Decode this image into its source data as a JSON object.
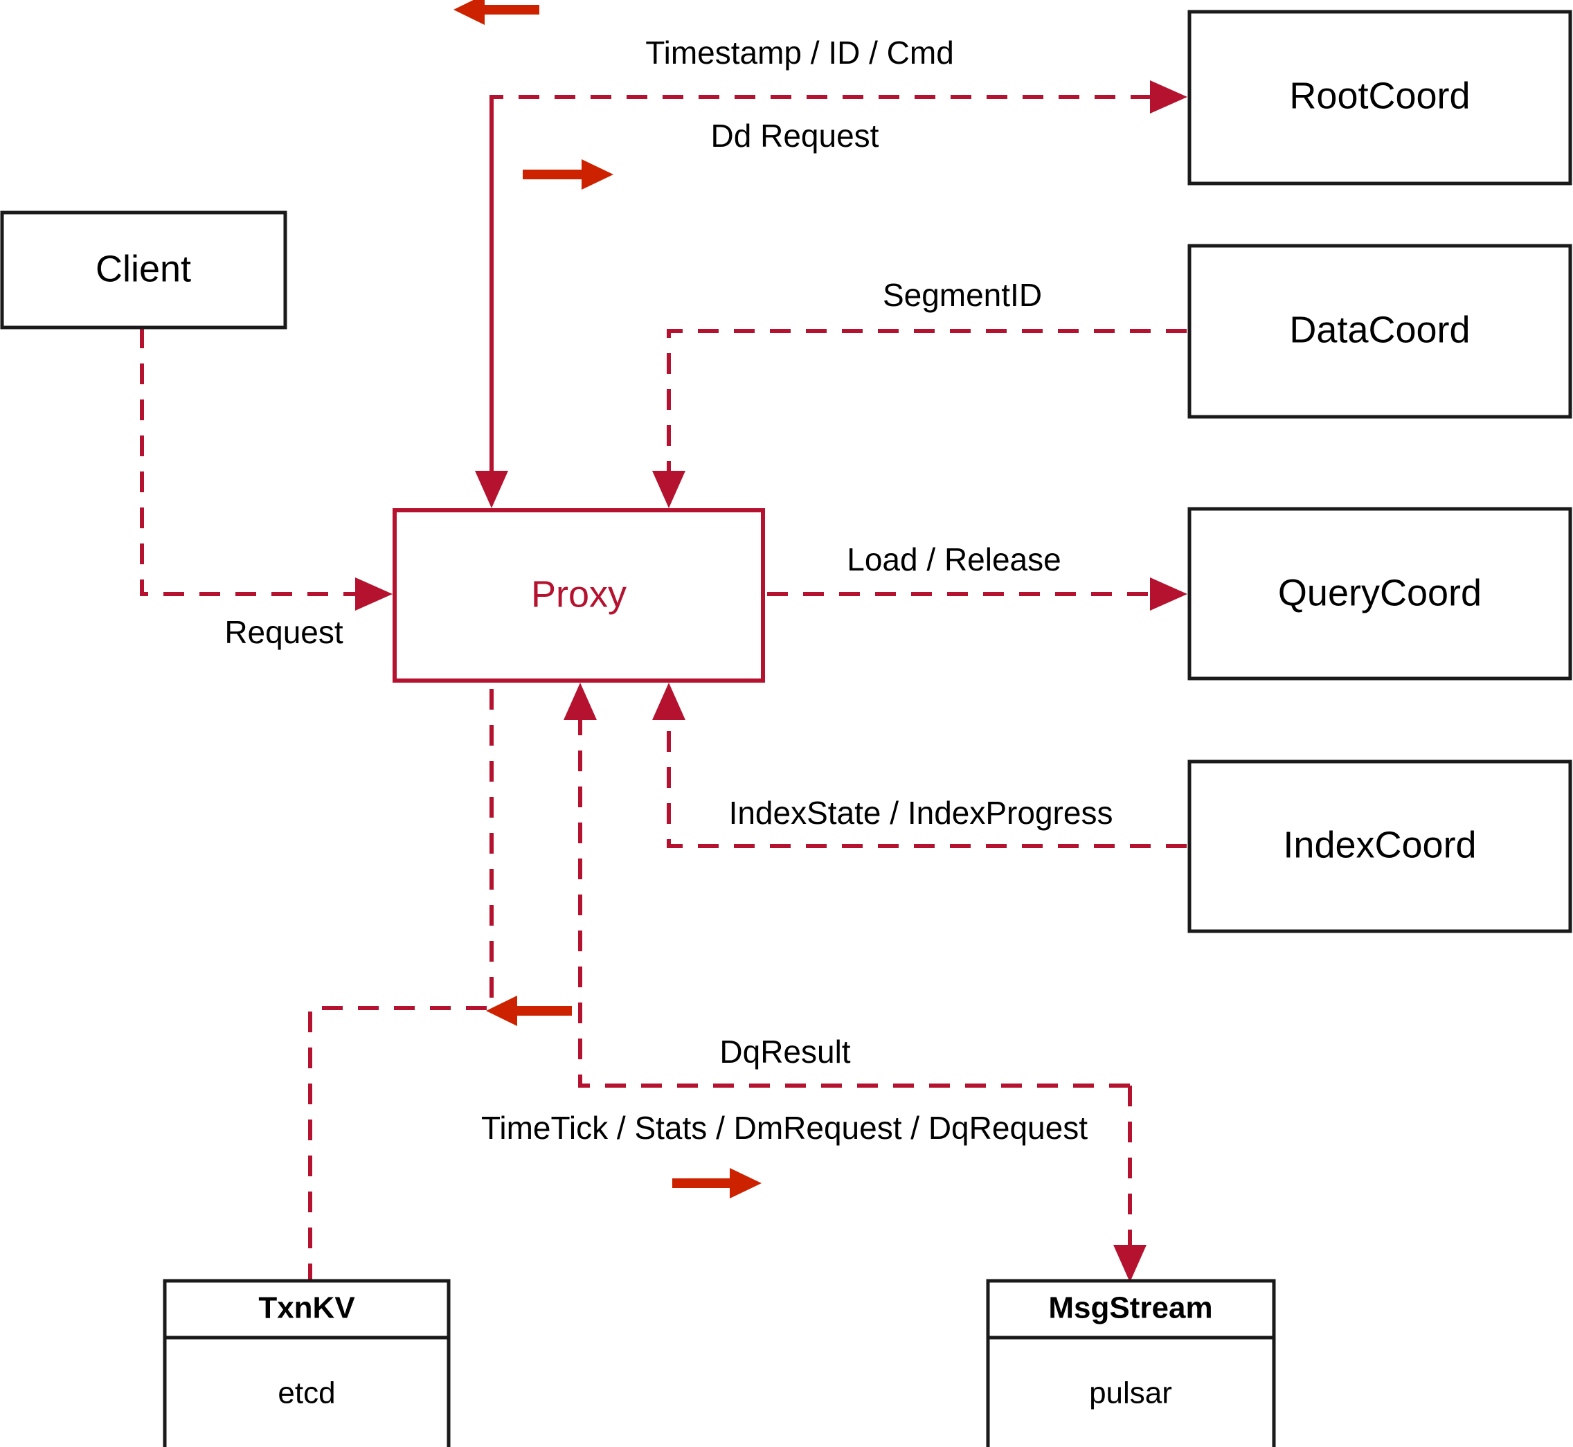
{
  "diagram": {
    "title": "Milvus Proxy Interaction Diagram",
    "colors": {
      "flow_red": "#b4122e",
      "arrow_red": "#cc2200",
      "box_black": "#1a1a1a",
      "background": "#ffffff"
    },
    "nodes": {
      "client": {
        "label": "Client"
      },
      "proxy": {
        "label": "Proxy"
      },
      "root_coord": {
        "label": "RootCoord"
      },
      "data_coord": {
        "label": "DataCoord"
      },
      "query_coord": {
        "label": "QueryCoord"
      },
      "index_coord": {
        "label": "IndexCoord"
      },
      "txnkv": {
        "title": "TxnKV",
        "impl": "etcd"
      },
      "msgstream": {
        "title": "MsgStream",
        "impl": "pulsar"
      }
    },
    "edges": {
      "timestamp_id_cmd": {
        "label": "Timestamp / ID / Cmd",
        "direction": "left"
      },
      "dd_request": {
        "label": "Dd Request",
        "direction": "right"
      },
      "segment_id": {
        "label": "SegmentID",
        "direction": "none"
      },
      "load_release": {
        "label": "Load / Release",
        "direction": "none"
      },
      "index_state_progress": {
        "label": "IndexState / IndexProgress",
        "direction": "none"
      },
      "request": {
        "label": "Request",
        "direction": "none"
      },
      "dq_result": {
        "label": "DqResult",
        "direction": "left"
      },
      "timetick_stats": {
        "label": "TimeTick / Stats / DmRequest / DqRequest",
        "direction": "right"
      }
    }
  }
}
